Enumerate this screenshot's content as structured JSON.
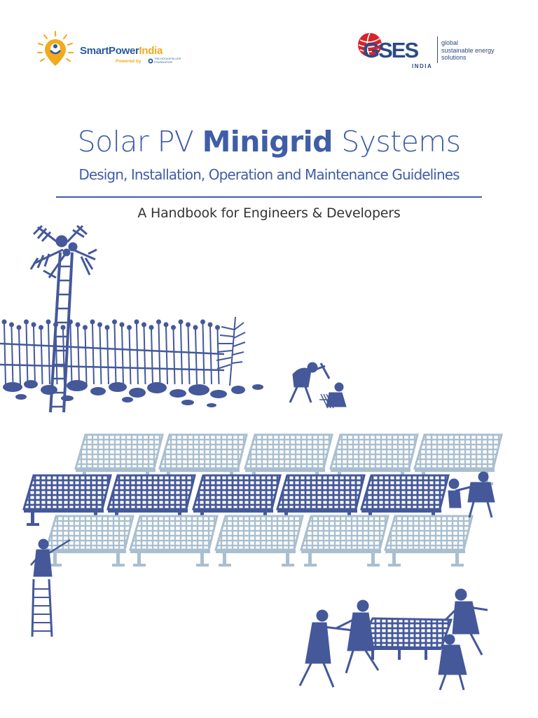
{
  "logos": {
    "smartpower": {
      "name_part1": "SmartPower",
      "name_part2": "India",
      "powered_by": "Powered by",
      "foundation": "THE ROCKEFELLER FOUNDATION"
    },
    "gses": {
      "wordmark": "GSES",
      "country": "INDIA",
      "tagline_line1": "global",
      "tagline_line2": "sustainable energy",
      "tagline_line3": "solutions"
    }
  },
  "cover": {
    "title_light_1": "Solar PV ",
    "title_bold": "Minigrid",
    "title_light_2": " Systems",
    "subtitle": "Design, Installation, Operation and Maintenance Guidelines",
    "handbook": "A Handbook for Engineers & Developers"
  },
  "colors": {
    "primary_blue": "#3f5ea6",
    "dark_blue": "#44589a",
    "light_blue": "#a9bfd0",
    "accent_yellow": "#f2a91c",
    "gses_red": "#d8232a"
  }
}
